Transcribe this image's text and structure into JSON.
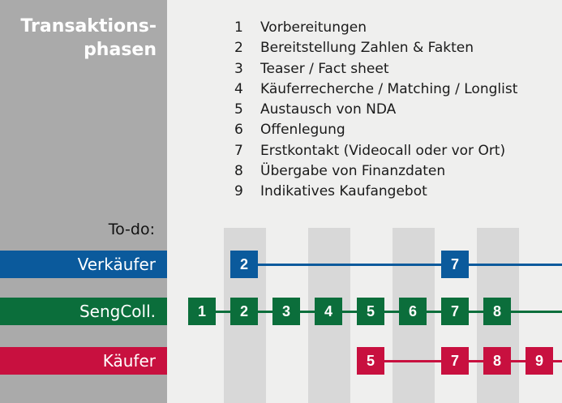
{
  "title": [
    "Transaktions-",
    "phasen"
  ],
  "phases": [
    {
      "n": "1",
      "label": "Vorbereitungen"
    },
    {
      "n": "2",
      "label": "Bereitstellung Zahlen & Fakten"
    },
    {
      "n": "3",
      "label": "Teaser / Fact sheet"
    },
    {
      "n": "4",
      "label": "Käuferrecherche / Matching / Longlist"
    },
    {
      "n": "5",
      "label": "Austausch von NDA"
    },
    {
      "n": "6",
      "label": "Offenlegung"
    },
    {
      "n": "7",
      "label": "Erstkontakt (Videocall oder vor Ort)"
    },
    {
      "n": "8",
      "label": "Übergabe von Finanzdaten"
    },
    {
      "n": "9",
      "label": "Indikatives Kaufangebot"
    }
  ],
  "todo_label": "To-do:",
  "rows": [
    {
      "label": "Verkäufer",
      "color": "#0b5a9c",
      "steps": [
        "2",
        "7"
      ]
    },
    {
      "label": "SengColl.",
      "color": "#0b6e3b",
      "steps": [
        "1",
        "2",
        "3",
        "4",
        "5",
        "6",
        "7",
        "8"
      ]
    },
    {
      "label": "Käufer",
      "color": "#c8103f",
      "steps": [
        "5",
        "7",
        "8",
        "9"
      ]
    }
  ]
}
